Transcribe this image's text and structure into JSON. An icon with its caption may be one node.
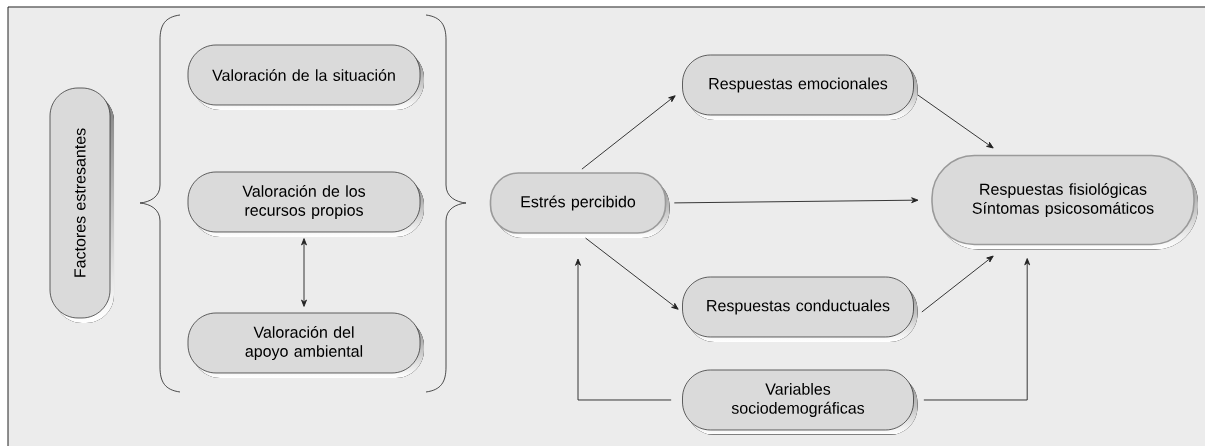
{
  "diagram": {
    "nodes": [
      {
        "text": [
          "Factores estresantes"
        ]
      },
      {
        "text": [
          "Valoración de la situación"
        ]
      },
      {
        "text": [
          "Valoración de los recursos propios"
        ]
      },
      {
        "text": [
          "Valoración del apoyo ambiental"
        ]
      },
      {
        "text": [
          "Estrés percibido"
        ]
      },
      {
        "text": [
          "Respuestas emocionales"
        ]
      },
      {
        "text": [
          "Respuestas fisiológicas",
          "Síntomas psicosomáticos"
        ]
      },
      {
        "text": [
          "Respuestas conductuales"
        ]
      },
      {
        "text": [
          "Variables sociodemográficas"
        ]
      }
    ],
    "edges": [
      {
        "from": 2,
        "to": 3,
        "arrow": "both"
      },
      {
        "from": 4,
        "to": 5,
        "arrow": "to"
      },
      {
        "from": 5,
        "to": 6,
        "arrow": "to"
      },
      {
        "from": 4,
        "to": 6,
        "arrow": "to"
      },
      {
        "from": 4,
        "to": 7,
        "arrow": "to"
      },
      {
        "from": 7,
        "to": 6,
        "arrow": "to"
      },
      {
        "from": 8,
        "to": 4,
        "arrow": "to"
      },
      {
        "from": 8,
        "to": 6,
        "arrow": "to"
      }
    ]
  }
}
